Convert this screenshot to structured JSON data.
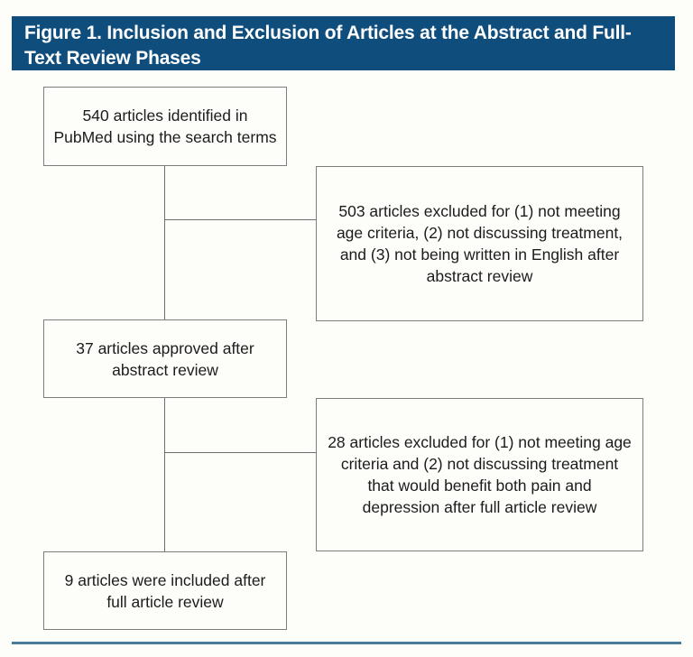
{
  "figure": {
    "title": "Figure 1. Inclusion and Exclusion of Articles at the Abstract and Full-Text Review Phases",
    "banner_color": "#0f4d7d",
    "rule_color": "#4a7c99",
    "background_color": "#fdfdfa",
    "box_border_color": "#7d7d7d",
    "text_color": "#1c1c1c"
  },
  "flow": {
    "nodes": [
      {
        "id": "identified",
        "kind": "included",
        "count": 540,
        "text": "540 articles identified in PubMed using the search terms"
      },
      {
        "id": "excluded-abstract",
        "kind": "excluded",
        "count": 503,
        "text": "503 articles excluded for (1) not meeting age criteria, (2) not discussing treatment, and (3) not being written in English after abstract review"
      },
      {
        "id": "approved",
        "kind": "included",
        "count": 37,
        "text": "37 articles approved after abstract review"
      },
      {
        "id": "excluded-fulltext",
        "kind": "excluded",
        "count": 28,
        "text": "28 articles excluded for (1) not meeting age criteria and (2) not discussing treatment that would benefit both pain and depression after full article review"
      },
      {
        "id": "included",
        "kind": "included",
        "count": 9,
        "text": "9 articles were included after full article review"
      }
    ],
    "edges": [
      {
        "from": "identified",
        "to": "approved",
        "type": "main"
      },
      {
        "from": "identified",
        "to": "excluded-abstract",
        "type": "branch"
      },
      {
        "from": "approved",
        "to": "included",
        "type": "main"
      },
      {
        "from": "approved",
        "to": "excluded-fulltext",
        "type": "branch"
      }
    ]
  }
}
